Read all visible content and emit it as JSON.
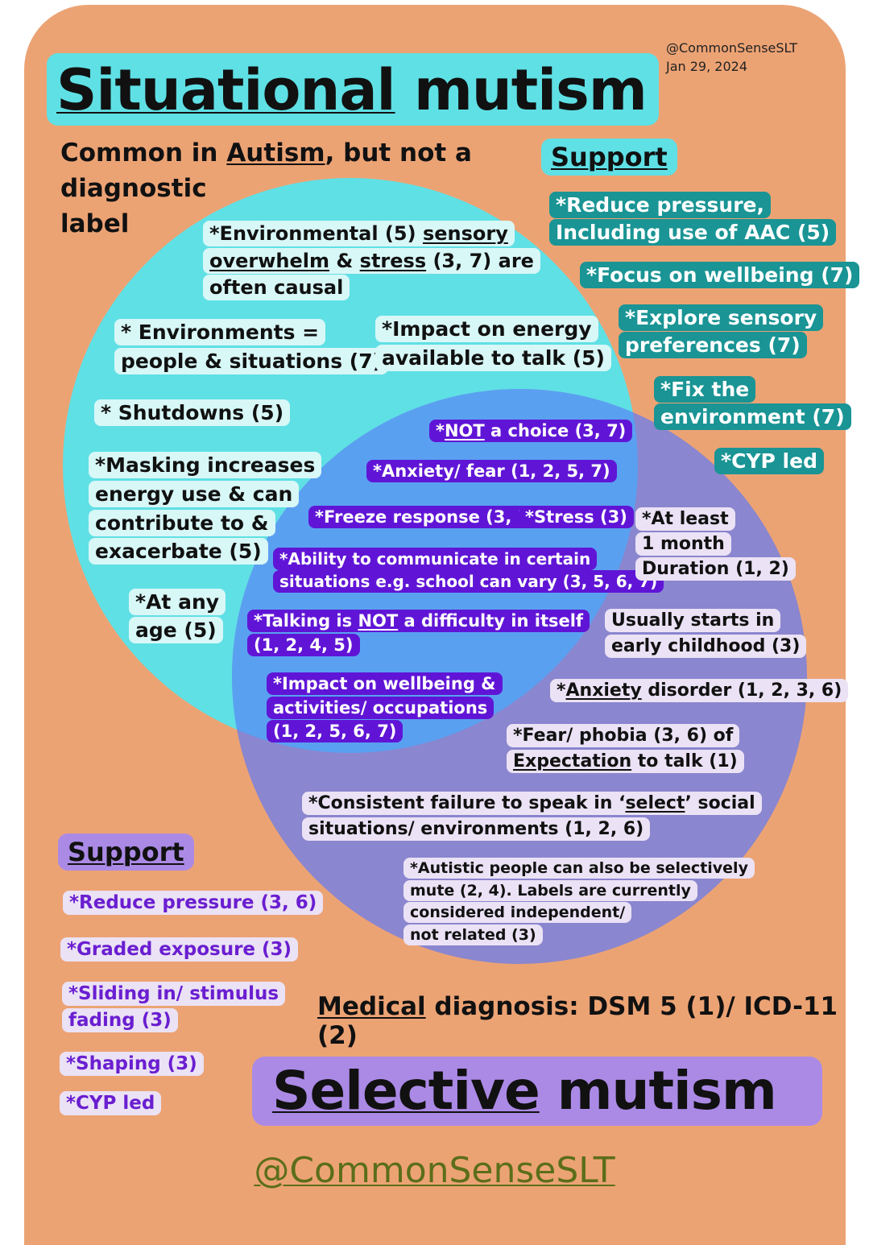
{
  "handle_small": "@CommonSenseSLT",
  "date": "Jan 29, 2024",
  "title_top": {
    "word1": "Situational",
    "word2": "mutism"
  },
  "intro": {
    "part1": "Common in ",
    "underlined": "Autism",
    "part2": ", but not a",
    "line2": "diagnostic",
    "line3": "label"
  },
  "situational_support": {
    "heading": "Support",
    "items": [
      "*Reduce pressure,",
      "Including use of AAC (5)",
      "*Focus on wellbeing (7)",
      "*Explore sensory",
      "preferences (7)",
      "*Fix the",
      "environment (7)",
      "*CYP led"
    ]
  },
  "situational_only": {
    "env_causal": {
      "l1a": "*Environmental (5) ",
      "l1u": "sensory",
      "l2u1": "overwhelm",
      "l2mid": " & ",
      "l2u2": "stress",
      "l2end": " (3, 7) are",
      "l3": "often causal"
    },
    "environments": [
      "* Environments =",
      "people & situations (7)"
    ],
    "energy": [
      "*Impact on energy",
      "available to talk (5)"
    ],
    "shutdowns": "* Shutdowns (5)",
    "masking": [
      "*Masking increases",
      "energy use & can",
      "contribute to &",
      "exacerbate (5)"
    ],
    "any_age": [
      "*At any",
      "age (5)"
    ]
  },
  "overlap": {
    "not_choice": {
      "prefix": "*",
      "u": "NOT",
      "rest": " a choice (3, 7)"
    },
    "anxiety": "*Anxiety/ fear (1, 2, 5, 7)",
    "freeze": "*Freeze response (3, 7)",
    "stress": "*Stress (3)",
    "ability": [
      "*Ability to communicate in certain",
      "situations e.g. school can vary (3, 5, 6, 7)"
    ],
    "talking": {
      "a": "*Talking is ",
      "u": "NOT",
      "b": " a difficulty in itself",
      "line2": "(1, 2, 4, 5)"
    },
    "wellbeing": [
      "*Impact on wellbeing &",
      "activities/ occupations",
      "(1, 2, 5, 6, 7)"
    ]
  },
  "selective_only": {
    "duration": [
      "*At least",
      "1 month",
      "Duration (1, 2)"
    ],
    "starts": [
      "Usually starts in",
      "early childhood (3)"
    ],
    "anxiety_disorder": {
      "a": "*",
      "u": "Anxiety",
      "b": " disorder (1, 2, 3, 6)"
    },
    "phobia": {
      "l1": "*Fear/ phobia (3, 6) of",
      "u": "Expectation",
      "l2": " to talk (1)"
    },
    "failure": {
      "a": "*Consistent failure to speak in ‘",
      "u": "select",
      "b": "’ social",
      "line2": "situations/ environments (1, 2, 6)"
    },
    "autistic": [
      "*Autistic people can also be selectively",
      "mute (2, 4). Labels are currently",
      "considered independent/",
      "not related (3)"
    ]
  },
  "selective_support": {
    "heading": "Support",
    "items": [
      "*Reduce pressure (3, 6)",
      "*Graded exposure (3)",
      "*Sliding in/ stimulus",
      "fading (3)",
      "*Shaping (3)",
      "*CYP led"
    ]
  },
  "medical": {
    "u": "Medical",
    "rest": " diagnosis: DSM 5 (1)/ ICD-11 (2)"
  },
  "title_bottom": {
    "word1": "Selective",
    "word2": "mutism"
  },
  "handle_large": "@CommonSenseSLT",
  "colors": {
    "background": "#eca374",
    "situational_circle": "#5fe0e5",
    "selective_circle": "#8a86cf",
    "overlap": "#5aa0f1",
    "title_top_bg": "#5fe0e5",
    "title_bottom_bg": "#ab8ae6",
    "support_dark_teal": "#1a9494",
    "overlap_label": "#6015d6",
    "handle": "#5b6e1a"
  }
}
